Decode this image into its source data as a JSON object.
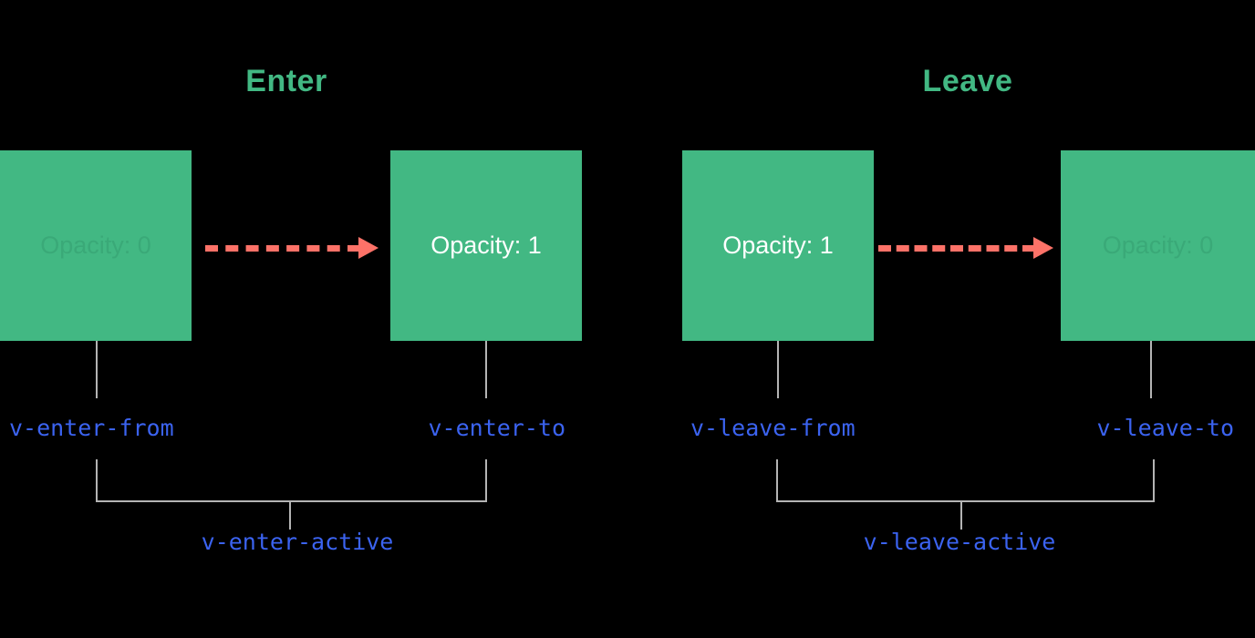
{
  "diagram": {
    "title": "Vue transition classes",
    "background_color": "#000000",
    "accent_green": "#42b883",
    "accent_red": "#fd7268",
    "accent_blue": "#3b63f0",
    "line_gray": "#b4b4b4"
  },
  "sections": [
    {
      "id": "enter",
      "heading": "Enter"
    },
    {
      "id": "leave",
      "heading": "Leave"
    }
  ],
  "boxes": [
    {
      "id": "enter-from",
      "label": "Opacity: 0",
      "state": "faded"
    },
    {
      "id": "enter-to",
      "label": "Opacity: 1",
      "state": "visible"
    },
    {
      "id": "leave-from",
      "label": "Opacity: 1",
      "state": "visible"
    },
    {
      "id": "leave-to",
      "label": "Opacity: 0",
      "state": "faded"
    }
  ],
  "class_labels": [
    {
      "id": "v-enter-from",
      "text": "v-enter-from"
    },
    {
      "id": "v-enter-to",
      "text": "v-enter-to"
    },
    {
      "id": "v-leave-from",
      "text": "v-leave-from"
    },
    {
      "id": "v-leave-to",
      "text": "v-leave-to"
    },
    {
      "id": "v-enter-active",
      "text": "v-enter-active"
    },
    {
      "id": "v-leave-active",
      "text": "v-leave-active"
    }
  ]
}
